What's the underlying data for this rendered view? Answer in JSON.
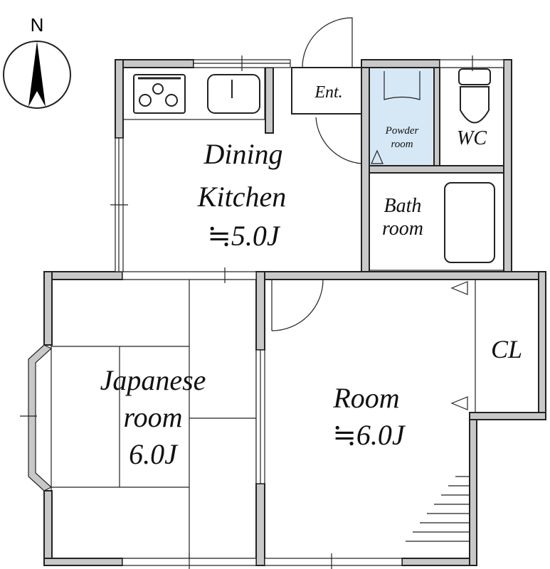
{
  "compass": {
    "label": "N"
  },
  "rooms": {
    "dining_kitchen": {
      "line1": "Dining",
      "line2": "Kitchen",
      "size": "≒5.0J"
    },
    "entrance": {
      "label": "Ent."
    },
    "powder_room": {
      "line1": "Powder",
      "line2": "room"
    },
    "wc": {
      "label": "WC"
    },
    "bathroom": {
      "line1": "Bath",
      "line2": "room"
    },
    "japanese_room": {
      "line1": "Japanese",
      "line2": "room",
      "size": "6.0J"
    },
    "room": {
      "line1": "Room",
      "size": "≒6.0J"
    },
    "closet": {
      "label": "CL"
    }
  },
  "colors": {
    "wall": "#c8c8c8",
    "wet_area": "#d6e8f5",
    "tatami": "#d5e8d4",
    "closet": "#f8e6cc"
  }
}
